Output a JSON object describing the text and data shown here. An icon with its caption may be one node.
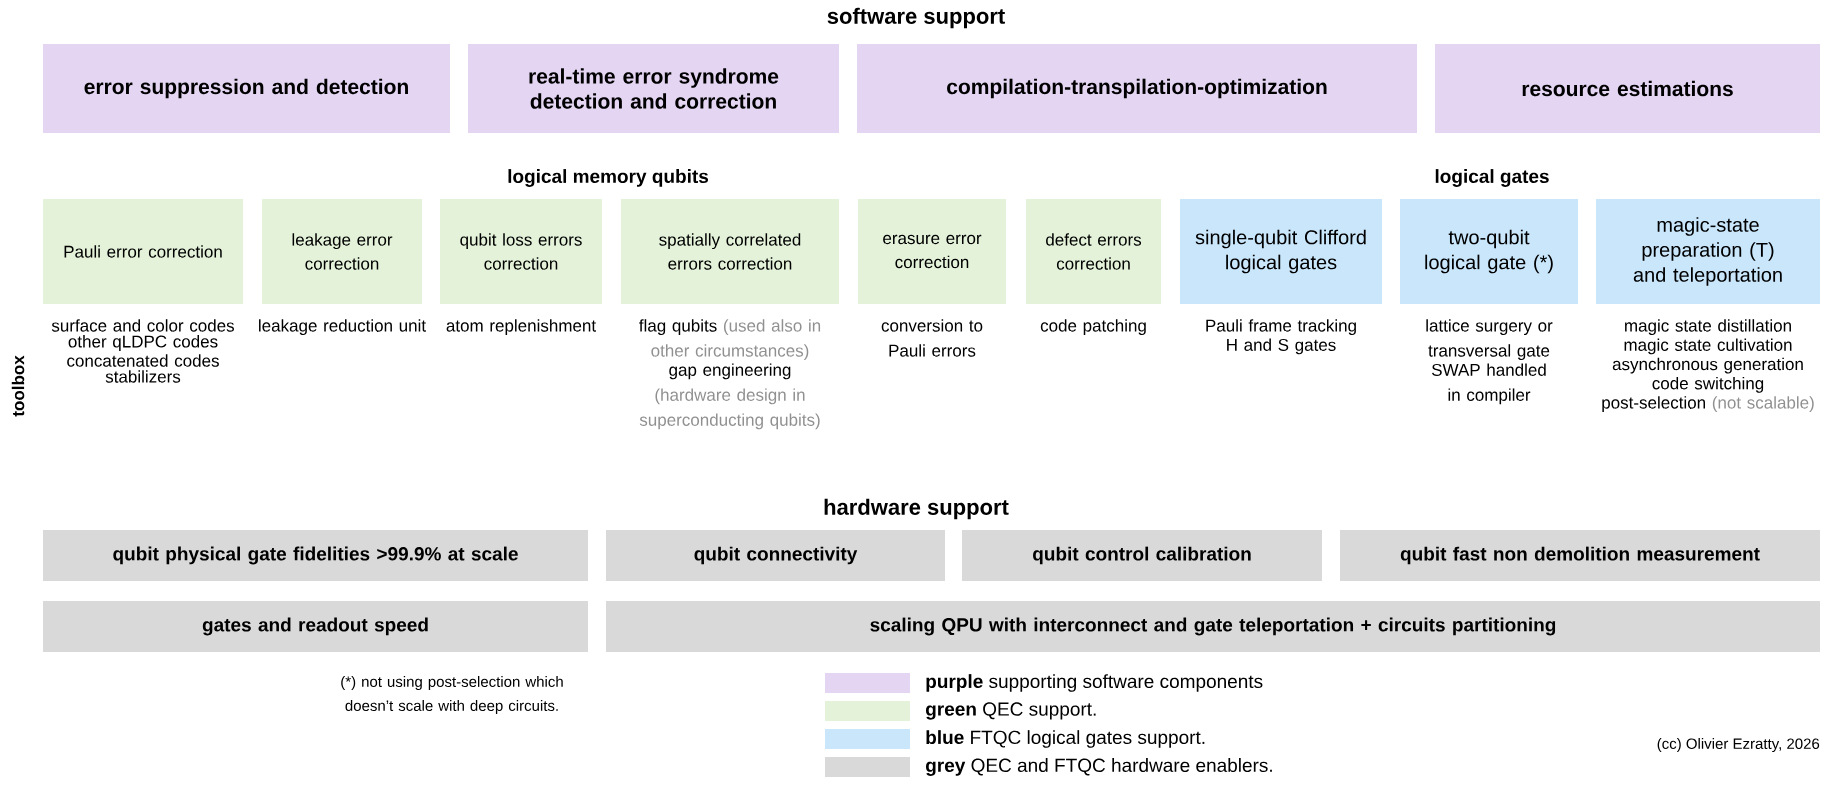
{
  "diagram": {
    "nodes": [
      {
        "text": [
          "error suppression and detection"
        ]
      },
      {
        "text": [
          "real-time error syndrome detection and correction"
        ]
      },
      {
        "text": [
          "compilation-transpilation-optimization"
        ]
      },
      {
        "text": [
          "resource estimations"
        ]
      },
      {
        "text": [
          "Pauli error correction"
        ],
        "beside": [
          "surface and color codes",
          "other qLDPC codes",
          "concatenated codes",
          "stabilizers"
        ]
      },
      {
        "text": [
          "leakage error correction"
        ],
        "beside": [
          "leakage reduction unit"
        ]
      },
      {
        "text": [
          "qubit loss errors correction"
        ],
        "beside": [
          "atom replenishment"
        ]
      },
      {
        "text": [
          "spatially correlated errors correction"
        ],
        "beside": [
          "flag qubits",
          "(used also in other circumstances)",
          "gap engineering",
          "(hardware design in superconducting qubits)"
        ]
      },
      {
        "text": [
          "erasure error correction"
        ],
        "beside": [
          "conversion to Pauli errors"
        ]
      },
      {
        "text": [
          "defect errors correction"
        ],
        "beside": [
          "code patching"
        ]
      },
      {
        "text": [
          "single-qubit Clifford logical gates"
        ],
        "beside": [
          "Pauli frame tracking",
          "H and S gates"
        ]
      },
      {
        "text": [
          "two-qubit logical  gate (*)"
        ],
        "beside": [
          "lattice surgery or transversal gate",
          "SWAP handled in compiler"
        ]
      },
      {
        "text": [
          "magic-state preparation (T) and teleportation"
        ],
        "beside": [
          "magic state distillation",
          "magic state cultivation",
          "asynchronous generation",
          "code switching",
          "post-selection",
          "(not scalable)"
        ]
      },
      {
        "text": [
          "qubit physical gate fidelities >99.9% at scale"
        ]
      },
      {
        "text": [
          "qubit connectivity"
        ]
      },
      {
        "text": [
          "qubit control calibration"
        ]
      },
      {
        "text": [
          "qubit fast non demolition measurement"
        ]
      },
      {
        "text": [
          "gates and readout speed"
        ]
      },
      {
        "text": [
          "scaling QPU with interconnect and gate teleportation + circuits partitioning"
        ]
      }
    ],
    "labels": [
      "software support",
      "logical memory qubits",
      "logical gates",
      "toolbox",
      "hardware support",
      "(*) not using post-selection which doesn’t scale with deep circuits.",
      "(cc) Olivier Ezratty, 2026"
    ],
    "legend": [
      {
        "text": "**purple** supporting software components",
        "color": "#e4d5f3"
      },
      {
        "text": "**green** QEC support.",
        "color": "#e3f2d9"
      },
      {
        "text": "**blue** FTQC logical gates support.",
        "color": "#c9e6fb"
      },
      {
        "text": "**grey** QEC and FTQC hardware enablers.",
        "color": "#d9d9d9"
      }
    ]
  }
}
